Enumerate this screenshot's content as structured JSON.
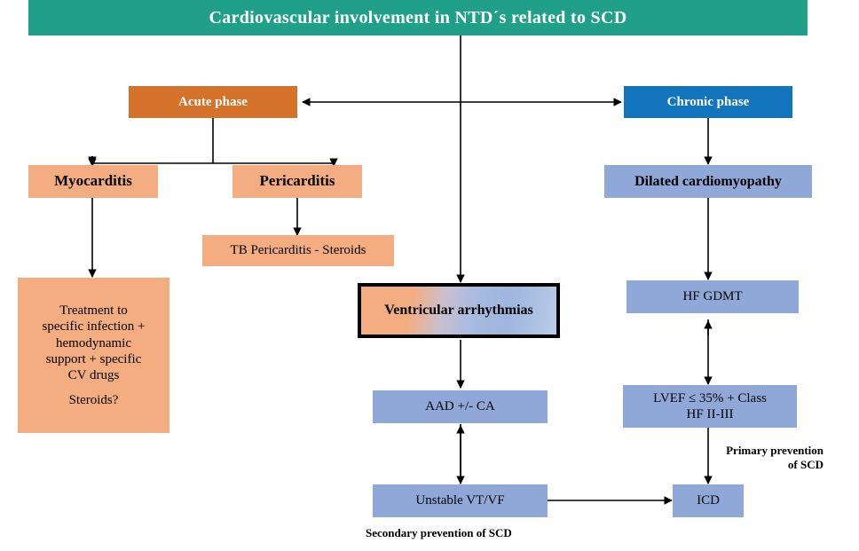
{
  "header": {
    "title": "Cardiovascular involvement in NTD´s related to SCD",
    "bg_color": "#20a088",
    "text_color": "#ffffff"
  },
  "palette": {
    "header_green": "#20a088",
    "acute_orange": "#d4722a",
    "chronic_blue": "#1274bd",
    "peach": "#f4ad80",
    "periwinkle": "#8fa8d8",
    "edge_black": "#000000",
    "text_black": "#000000",
    "text_white": "#ffffff"
  },
  "nodes": {
    "acute_phase": {
      "label": "Acute phase"
    },
    "chronic_phase": {
      "label": "Chronic phase"
    },
    "myocarditis": {
      "label": "Myocarditis"
    },
    "pericarditis": {
      "label": "Pericarditis"
    },
    "tb_pericarditis": {
      "label": "TB Pericarditis  -  Steroids"
    },
    "acute_treatment": {
      "line1": "Treatment to",
      "line2": "specific infection +",
      "line3": "hemodynamic",
      "line4": "support + specific",
      "line5": "CV drugs",
      "line6": "Steroids?"
    },
    "dilated_cardiomyopathy": {
      "label": "Dilated cardiomyopathy"
    },
    "hf_gdmt": {
      "label": "HF GDMT"
    },
    "ventricular_arrhythmias": {
      "label": "Ventricular arrhythmias"
    },
    "aad_ca": {
      "label": "AAD +/- CA"
    },
    "lvef": {
      "line1": "LVEF ≤ 35% + Class",
      "line2": "HF II-III"
    },
    "unstable_vtvf": {
      "label": "Unstable VT/VF"
    },
    "icd": {
      "label": "ICD"
    }
  },
  "captions": {
    "primary_prevention": {
      "line1": "Primary  prevention",
      "line2": "of SCD"
    },
    "secondary_prevention": {
      "line1": "Secondary prevention  of SCD"
    }
  }
}
